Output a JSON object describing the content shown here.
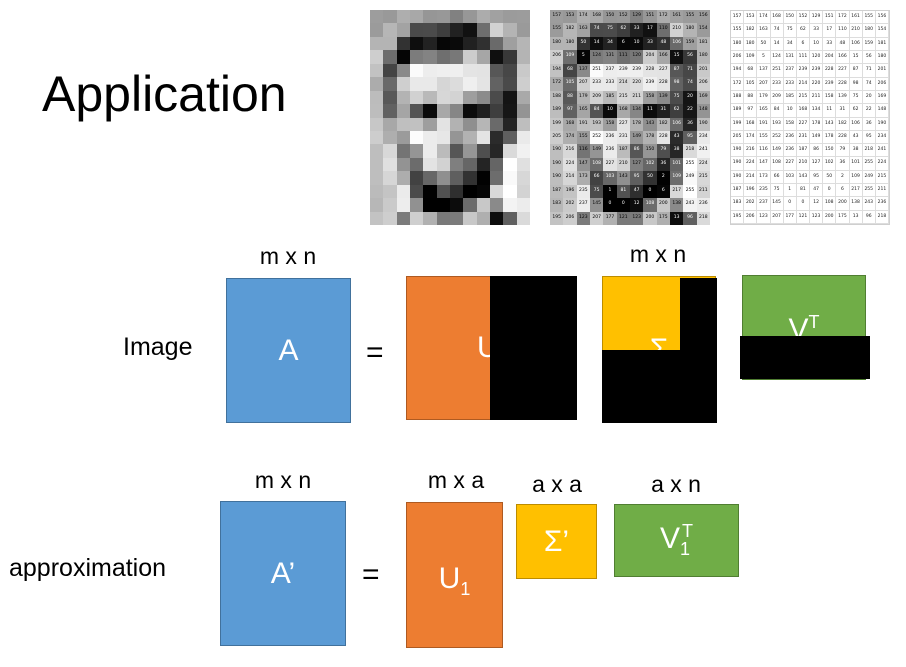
{
  "title": "Application",
  "rows": {
    "image": {
      "label": "Image",
      "a_dim": "m x n",
      "a_text": "A",
      "equals": "=",
      "u_text": "U",
      "sigma_dim": "m x n",
      "sigma_text": "Σ",
      "vt_text": "V",
      "vt_sup": "T"
    },
    "approx": {
      "label": "approximation",
      "a_dim": "m x n",
      "a_text": "A’",
      "equals": "=",
      "u_dim": "m x a",
      "u_text": "U",
      "u_sub": "1",
      "sigma_dim": "a x a",
      "sigma_text": "Σ’",
      "vt_dim": "a x n",
      "vt_text": "V",
      "vt_sub": "1",
      "vt_sup": "T"
    }
  },
  "colors": {
    "blue": "#5b9bd5",
    "orange": "#ed7d31",
    "yellow": "#ffc000",
    "green": "#70ad47"
  },
  "pixel_grid": [
    [
      157,
      153,
      174,
      168,
      150,
      152,
      129,
      151,
      172,
      161,
      155,
      156
    ],
    [
      155,
      182,
      163,
      74,
      75,
      62,
      33,
      17,
      110,
      210,
      180,
      154
    ],
    [
      180,
      180,
      50,
      14,
      34,
      6,
      10,
      33,
      48,
      106,
      159,
      181
    ],
    [
      206,
      109,
      5,
      124,
      131,
      111,
      120,
      204,
      166,
      15,
      56,
      180
    ],
    [
      194,
      68,
      137,
      251,
      237,
      239,
      239,
      228,
      227,
      87,
      71,
      201
    ],
    [
      172,
      105,
      207,
      233,
      233,
      214,
      220,
      239,
      228,
      98,
      74,
      206
    ],
    [
      188,
      88,
      179,
      209,
      185,
      215,
      211,
      158,
      139,
      75,
      20,
      169
    ],
    [
      189,
      97,
      165,
      84,
      10,
      168,
      134,
      11,
      31,
      62,
      22,
      148
    ],
    [
      199,
      168,
      191,
      193,
      158,
      227,
      178,
      143,
      182,
      106,
      36,
      190
    ],
    [
      205,
      174,
      155,
      252,
      236,
      231,
      149,
      178,
      228,
      43,
      95,
      234
    ],
    [
      190,
      216,
      116,
      149,
      236,
      187,
      86,
      150,
      79,
      38,
      218,
      241
    ],
    [
      190,
      224,
      147,
      108,
      227,
      210,
      127,
      102,
      36,
      101,
      255,
      224
    ],
    [
      190,
      214,
      173,
      66,
      103,
      143,
      95,
      50,
      2,
      109,
      249,
      215
    ],
    [
      187,
      196,
      235,
      75,
      1,
      81,
      47,
      0,
      6,
      217,
      255,
      211
    ],
    [
      183,
      202,
      237,
      145,
      0,
      0,
      12,
      108,
      200,
      138,
      243,
      236
    ],
    [
      195,
      206,
      123,
      207,
      177,
      121,
      123,
      200,
      175,
      13,
      96,
      218
    ]
  ]
}
